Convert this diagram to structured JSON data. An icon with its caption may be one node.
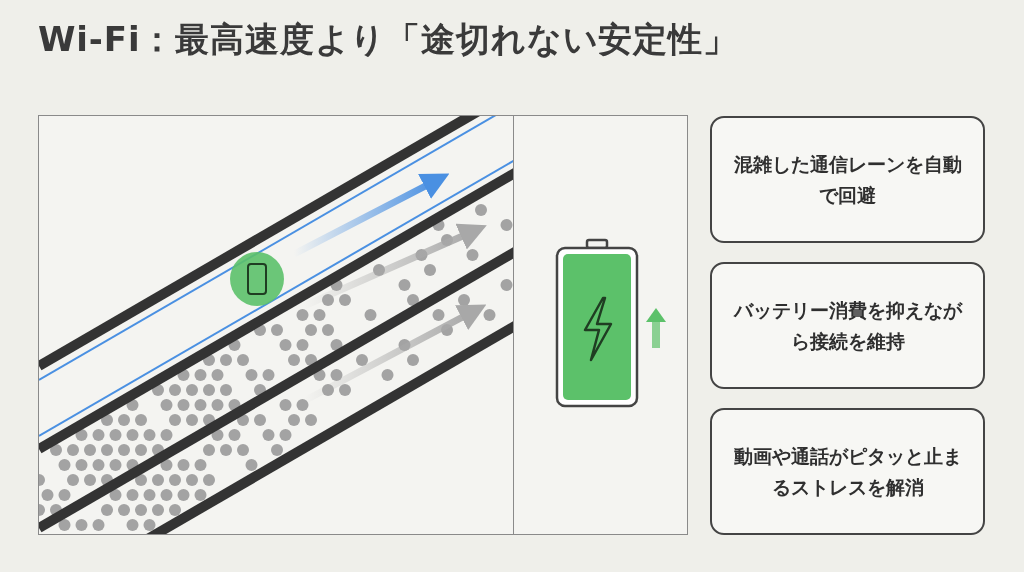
{
  "diagram": {
    "title": "Wi-Fi：最高速度より「途切れない安定性」",
    "nodes": [
      {
        "text": [
          "混雑した通信レーンを自動で回避"
        ]
      },
      {
        "text": [
          "バッテリー消費を抑えながら接続を維持"
        ]
      },
      {
        "text": [
          "動画や通話がピタッと止まるストレスを解消"
        ]
      }
    ]
  }
}
